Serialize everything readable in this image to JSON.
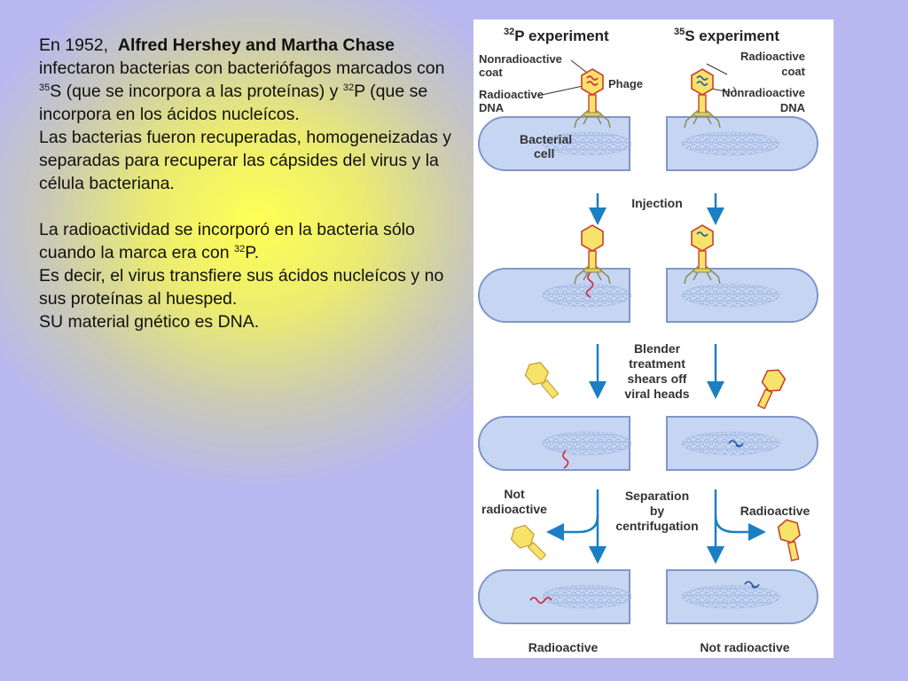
{
  "text": {
    "p1_intro": "En 1952,",
    "p1_authors": "Alfred Hershey and Martha Chase",
    "p1_a": "infectaron bacterias con bacteriófagos marcados con",
    "p1_s_sup": "35",
    "p1_b": "S (que se incorpora a las proteínas) y",
    "p1_p_sup": "32",
    "p1_c": "P (que se incorpora en los ácidos nucleícos.",
    "p1_d": "Las bacterias fueron recuperadas, homogeneizadas y separadas para recuperar las cápsides del virus y la célula bacteriana.",
    "p2_a": "La radioactividad se incorporó en la bacteria sólo cuando la marca era con",
    "p2_sup": "32",
    "p2_b": "P.",
    "p2_c": "Es decir, el virus transfiere sus ácidos nucleícos y no sus proteínas al huesped.",
    "p2_d": "SU material gnético es DNA."
  },
  "figure": {
    "left_header_sup": "32",
    "left_header": "P experiment",
    "right_header_sup": "35",
    "right_header": "S experiment",
    "nonradioactive_coat_1": "Nonradioactive",
    "nonradioactive_coat_2": "coat",
    "radioactive_dna_1": "Radioactive",
    "radioactive_dna_2": "DNA",
    "phage": "Phage",
    "radioactive_coat_1": "Radioactive",
    "radioactive_coat_2": "coat",
    "nonradioactive_dna_1": "Nonradioactive",
    "nonradioactive_dna_2": "DNA",
    "bacterial_cell_1": "Bacterial",
    "bacterial_cell_2": "cell",
    "injection": "Injection",
    "blender_1": "Blender",
    "blender_2": "treatment",
    "blender_3": "shears off",
    "blender_4": "viral heads",
    "not_radioactive_1": "Not",
    "not_radioactive_2": "radioactive",
    "separation_1": "Separation",
    "separation_2": "by",
    "separation_3": "centrifugation",
    "radioactive_label": "Radioactive",
    "bottom_left": "Radioactive",
    "bottom_right": "Not radioactive"
  },
  "colors": {
    "background_glow": "#ffff55",
    "background_base": "#b8b8f4",
    "cell_fill": "#c6d6f2",
    "cell_stroke": "#7f97c8",
    "arrow_blue": "#1b7fc4",
    "phage_yellow": "#f8e36a",
    "phage_outline": "#c9402b",
    "dna_red": "#d0314a",
    "dna_blue": "#2f5ea8"
  }
}
